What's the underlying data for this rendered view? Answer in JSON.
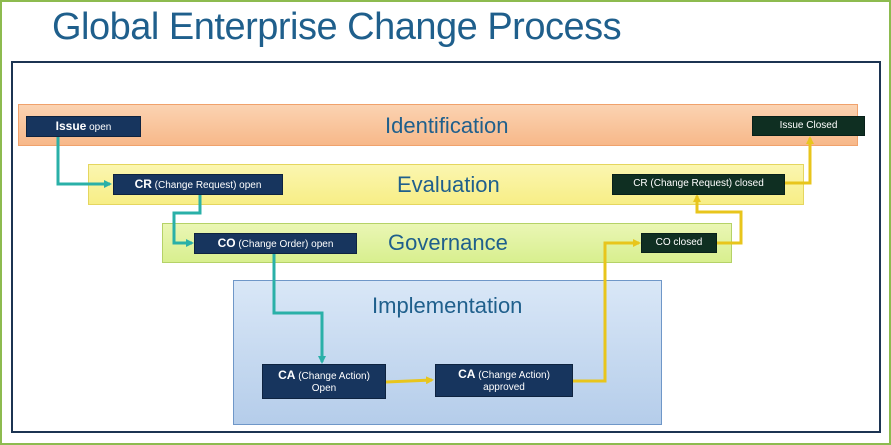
{
  "title": "Global Enterprise Change Process",
  "bands": {
    "identification": "Identification",
    "evaluation": "Evaluation",
    "governance": "Governance",
    "implementation": "Implementation"
  },
  "nodes": {
    "issue_open": {
      "bold": "Issue",
      "text": " open"
    },
    "cr_open": {
      "bold": "CR",
      "text": " (Change Request)  open"
    },
    "co_open": {
      "bold": "CO",
      "text": " (Change Order) open"
    },
    "ca_open": {
      "bold": "CA",
      "text": " (Change Action)",
      "line2": "Open"
    },
    "ca_approved": {
      "bold": "CA",
      "text": " (Change Action)",
      "line2": "approved"
    },
    "co_closed": {
      "text": "CO closed"
    },
    "cr_closed": {
      "text": "CR (Change Request)  closed"
    },
    "issue_closed": {
      "text": "Issue Closed"
    }
  },
  "colors": {
    "open_path": "#2ab0a8",
    "close_path": "#e8c51c",
    "node_blue": "#17355e",
    "node_dark": "#0f2f22",
    "title": "#1f5f8c"
  }
}
